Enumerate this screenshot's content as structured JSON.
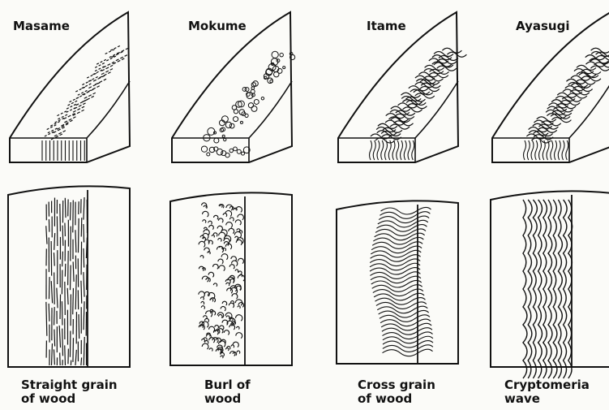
{
  "figure": {
    "panels": [
      {
        "name": "Masame",
        "caption_line1": "Straight grain",
        "caption_line2": "of wood",
        "grain": "straight"
      },
      {
        "name": "Mokume",
        "caption_line1": "Burl of",
        "caption_line2": "wood",
        "grain": "burl"
      },
      {
        "name": "Itame",
        "caption_line1": "Cross grain",
        "caption_line2": "of wood",
        "grain": "cross"
      },
      {
        "name": "Ayasugi",
        "caption_line1": "Cryptomeria",
        "caption_line2": "wave",
        "grain": "wave"
      }
    ],
    "colors": {
      "ink": "#111111",
      "paper": "#fbfbf8"
    }
  }
}
